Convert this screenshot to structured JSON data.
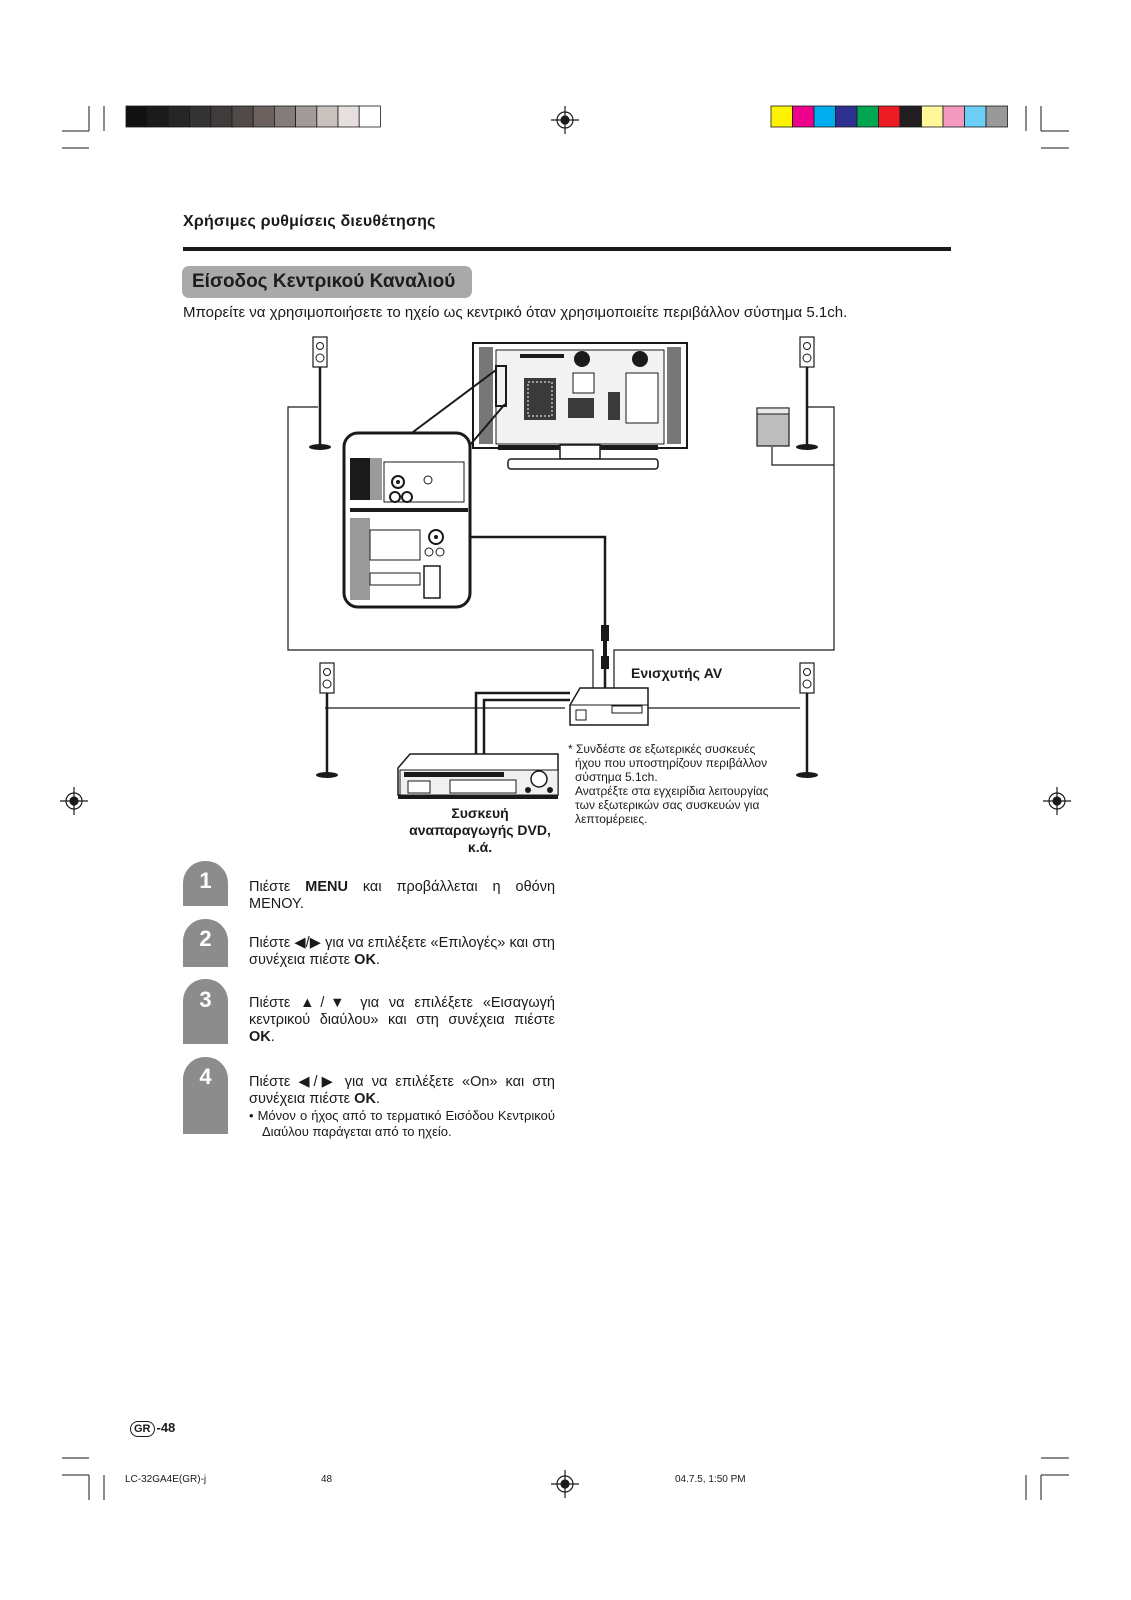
{
  "header": {
    "section_title": "Χρήσιμες ρυθμίσεις διευθέτησης",
    "page_title": "Είσοδος Κεντρικού Καναλιού",
    "intro": "Μπορείτε να χρησιμοποιήσετε το ηχείο ως κεντρικό όταν χρησιμοποιείτε περιβάλλον σύστημα 5.1ch."
  },
  "diagram": {
    "amp_label": "Ενισχυτής AV",
    "dvd_label_lines": [
      "Συσκευή",
      "αναπαραγωγής DVD,",
      "κ.ά."
    ],
    "note_lines": [
      "* Συνδέστε σε εξωτερικές συσκευές",
      "ήχου που υποστηρίζουν περιβάλλον",
      "σύστημα 5.1ch.",
      "Ανατρέξτε στα εγχειρίδια λειτουργίας",
      "των εξωτερικών σας συσκευών για",
      "λεπτομέρειες."
    ]
  },
  "steps": [
    {
      "number": "1",
      "pre": "Πιέστε ",
      "key": "MENU",
      "post": " και προβάλλεται η οθόνη ΜΕΝΟΥ.",
      "key2": "",
      "post2": ""
    },
    {
      "number": "2",
      "pre": "Πιέστε ◀/▶ για να επιλέξετε «Επιλογές» και στη συνέχεια πιέστε ",
      "key": "OK",
      "post": ".",
      "key2": "",
      "post2": ""
    },
    {
      "number": "3",
      "pre": "Πιέστε ▲/▼ για να επιλέξετε «Εισαγωγή κεντρικού διαύλου» και στη συνέχεια πιέστε ",
      "key": "OK",
      "post": ".",
      "key2": "",
      "post2": ""
    },
    {
      "number": "4",
      "pre": "Πιέστε ◀/▶ για να επιλέξετε «On» και στη συνέχεια πιέστε ",
      "key": "OK",
      "post": ".",
      "bullet": "• Μόνον ο ήχος από το τερματικό Εισόδου Κεντρικού Διαύλου παράγεται από το ηχείο."
    }
  ],
  "page_number": {
    "badge": "GR",
    "number": "-48"
  },
  "footer": {
    "model": "LC-32GA4E(GR)-j",
    "page": "48",
    "date": "04.7.5, 1:50 PM"
  },
  "colors": {
    "grayscale_bar": [
      "#111111",
      "#1b1b1b",
      "#262626",
      "#333333",
      "#3f3b3a",
      "#524a49",
      "#6b6260",
      "#847c7a",
      "#a39b98",
      "#c8c1be",
      "#e5e0de",
      "#ffffff"
    ],
    "color_bar": [
      "#fff200",
      "#ec008c",
      "#00aeef",
      "#2e3192",
      "#00a651",
      "#ed1c24",
      "#231f20",
      "#fff799",
      "#f49ac1",
      "#6dcff6",
      "#999999"
    ],
    "title_box": "#a9a9a9",
    "step_tab": "#8c8c8c"
  }
}
